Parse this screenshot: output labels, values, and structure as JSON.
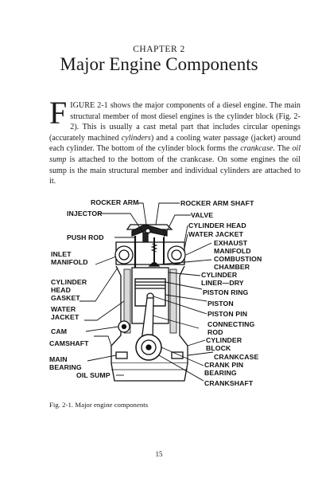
{
  "chapter_label": "CHAPTER 2",
  "title": "Major Engine Components",
  "paragraph": {
    "dropcap": "F",
    "seg1": "IGURE 2-1 shows the major components of a diesel engine. The main structural member of most diesel engines is the cylinder block (Fig. 2-2). This is usually a cast metal part that includes circular openings (accurately machined ",
    "em1": "cylinders",
    "seg2": ") and a cooling water passage (jacket) around each cylinder. The bottom of the cylinder block forms the ",
    "em2": "crankcase",
    "seg3": ". The ",
    "em3": "oil sump",
    "seg4": " is attached to the bottom of the crankcase. On some engines the oil sump is the main structural member and individual cylinders are attached to it."
  },
  "figure_labels": {
    "rocker_arm": "ROCKER ARM",
    "rocker_arm_shaft": "ROCKER ARM SHAFT",
    "injector": "INJECTOR",
    "valve": "VALVE",
    "cylinder_head_r": "CYLINDER HEAD",
    "push_rod": "PUSH ROD",
    "water_jacket_r": "WATER JACKET",
    "exhaust_manifold_1": "EXHAUST",
    "exhaust_manifold_2": "MANIFOLD",
    "inlet_manifold_1": "INLET",
    "inlet_manifold_2": "MANIFOLD",
    "combustion_chamber_1": "COMBUSTION",
    "combustion_chamber_2": "CHAMBER",
    "cylinder_liner_1": "CYLINDER",
    "cylinder_liner_2": "LINER—DRY",
    "cylinder_head_gasket_1": "CYLINDER",
    "cylinder_head_gasket_2": "HEAD",
    "cylinder_head_gasket_3": "GASKET",
    "piston_ring": "PISTON RING",
    "piston": "PISTON",
    "water_jacket_l1": "WATER",
    "water_jacket_l2": "JACKET",
    "piston_pin": "PISTON PIN",
    "cam": "CAM",
    "connecting_rod_1": "CONNECTING",
    "connecting_rod_2": "ROD",
    "camshaft": "CAMSHAFT",
    "cylinder_block_1": "CYLINDER",
    "cylinder_block_2": "BLOCK",
    "crankcase": "CRANKCASE",
    "main_bearing_1": "MAIN",
    "main_bearing_2": "BEARING",
    "crank_pin_bearing_1": "CRANK PIN",
    "crank_pin_bearing_2": "BEARING",
    "oil_sump": "OIL SUMP",
    "crankshaft": "CRANKSHAFT"
  },
  "caption": "Fig. 2-1. Major engine components",
  "page_number": "15"
}
